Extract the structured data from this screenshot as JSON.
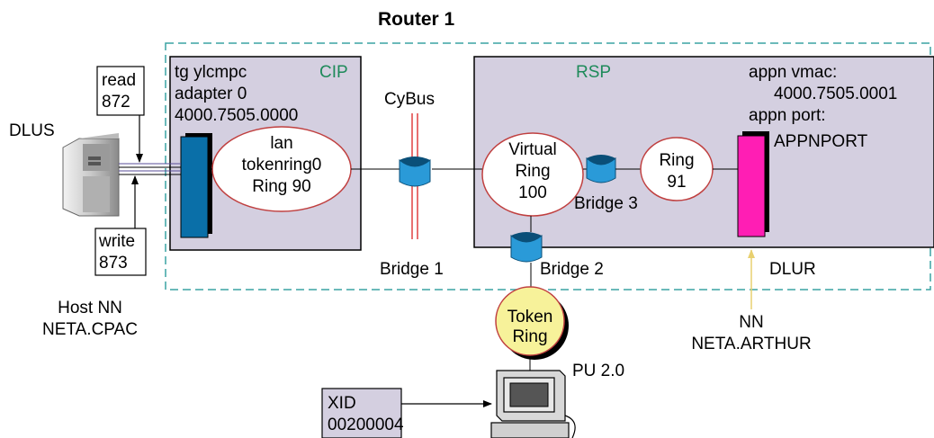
{
  "router": {
    "title": "Router 1"
  },
  "cip": {
    "label": "CIP",
    "tg_line": "tg ylcmpc",
    "adapter_line": "adapter 0",
    "mac_line": "4000.7505.0000",
    "lan": [
      "lan",
      "tokenring0",
      "Ring 90"
    ]
  },
  "rsp": {
    "label": "RSP",
    "appn_vmac_label": "appn vmac:",
    "appn_vmac_value": "4000.7505.0001",
    "appn_port_label": "appn port:",
    "appn_port_value": "APPNPORT",
    "virtual_ring": [
      "Virtual",
      "Ring",
      "100"
    ],
    "ring91": [
      "Ring",
      "91"
    ],
    "bridge3": "Bridge 3"
  },
  "cybus": {
    "label": "CyBus"
  },
  "bridge1": {
    "label": "Bridge 1"
  },
  "bridge2": {
    "label": "Bridge 2"
  },
  "host": {
    "dlus": "DLUS",
    "read": [
      "read",
      "872"
    ],
    "write": [
      "write",
      "873"
    ],
    "name_lines": [
      "Host NN",
      "NETA.CPAC"
    ]
  },
  "dlur": {
    "label": "DLUR",
    "name_lines": [
      "NN",
      "NETA.ARTHUR"
    ]
  },
  "token_ring": {
    "lines": [
      "Token",
      "Ring"
    ]
  },
  "pu": {
    "label": "PU 2.0"
  },
  "xid": {
    "lines": [
      "XID",
      "00200004"
    ]
  },
  "colors": {
    "box_fill": "#d4cfe0",
    "router_border": "#3aa3a3",
    "channel_adapter": "#0a6fa8",
    "appn_port": "#ff1eb4",
    "bridge": "#2a9ad8",
    "cybus_line": "#e04040",
    "token_ring_fill": "#f7f29a",
    "dlur_arrow": "#e8d070",
    "cip_rsp_label": "#1e8a5a"
  }
}
